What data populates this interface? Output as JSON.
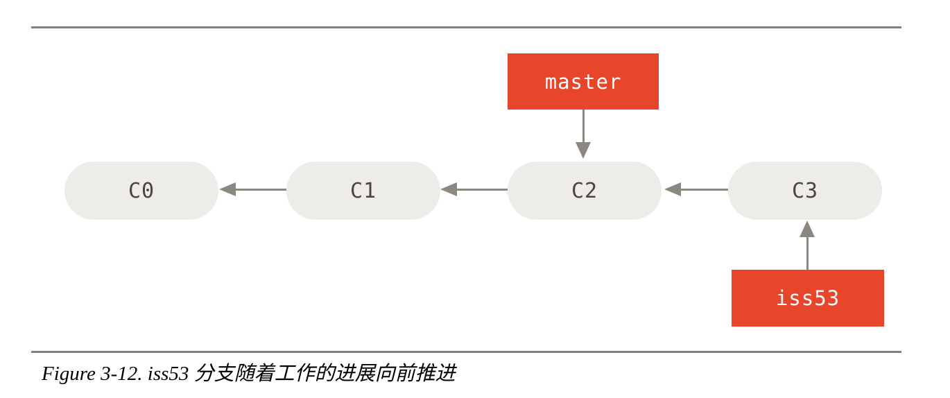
{
  "figure": {
    "caption": "Figure 3-12. iss53 分支随着工作的进展向前推进"
  },
  "diagram": {
    "commits": [
      {
        "id": "C0"
      },
      {
        "id": "C1"
      },
      {
        "id": "C2"
      },
      {
        "id": "C3"
      }
    ],
    "edges": [
      {
        "from": "C1",
        "to": "C0"
      },
      {
        "from": "C2",
        "to": "C1"
      },
      {
        "from": "C3",
        "to": "C2"
      }
    ],
    "branches": [
      {
        "name": "master",
        "points_to": "C2"
      },
      {
        "name": "iss53",
        "points_to": "C3"
      }
    ],
    "colors": {
      "branch_fill": "#e8462b",
      "branch_text": "#ffffff",
      "commit_fill": "#edece8",
      "commit_text": "#4a443c",
      "arrow": "#8c8781",
      "rule": "#808080",
      "background": "#ffffff"
    }
  }
}
